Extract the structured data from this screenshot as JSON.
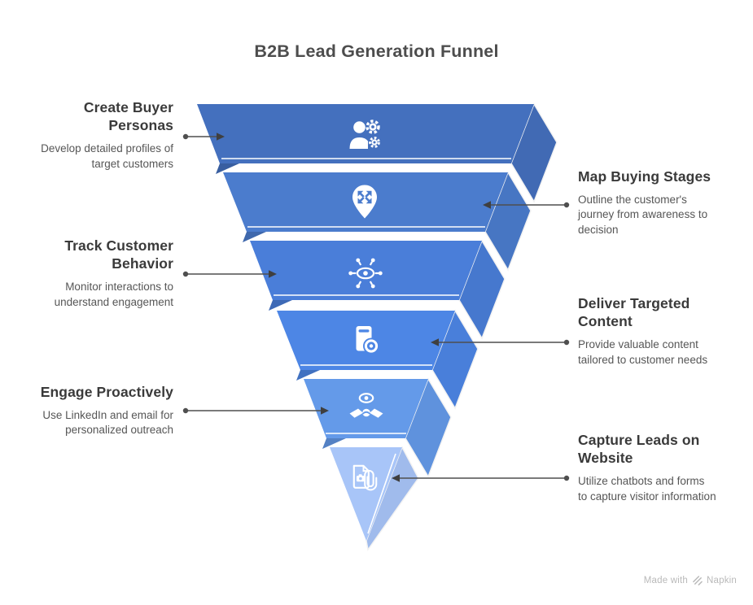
{
  "title": "B2B Lead Generation Funnel",
  "funnel": {
    "stages": [
      {
        "heading": "Create Buyer Personas",
        "description": "Develop detailed profiles of target customers",
        "color": "#4470be",
        "icon": "person-gears-icon",
        "label_side": "left"
      },
      {
        "heading": "Map Buying Stages",
        "description": "Outline the customer's journey from awareness to decision",
        "color": "#4b7ccd",
        "icon": "map-pin-expand-icon",
        "label_side": "right"
      },
      {
        "heading": "Track Customer Behavior",
        "description": "Monitor interactions to understand engagement",
        "color": "#4a7ed9",
        "icon": "eye-network-icon",
        "label_side": "left"
      },
      {
        "heading": "Deliver Targeted Content",
        "description": "Provide valuable content tailored to customer needs",
        "color": "#4d86e5",
        "icon": "book-target-icon",
        "label_side": "right"
      },
      {
        "heading": "Engage Proactively",
        "description": "Use LinkedIn and email for personalized outreach",
        "color": "#649ae9",
        "icon": "handshake-eye-icon",
        "label_side": "left"
      },
      {
        "heading": "Capture Leads on Website",
        "description": "Utilize chatbots and forms to capture visitor information",
        "color": "#a8c5f8",
        "icon": "document-capture-icon",
        "label_side": "right"
      }
    ]
  },
  "footer": {
    "made_with": "Made with",
    "brand": "Napkin"
  },
  "colors": {
    "background": "#ffffff",
    "title_text": "#4d4d4d",
    "heading_text": "#3a3a3a",
    "description_text": "#565656",
    "connector": "#4f4f4f",
    "icon": "#ffffff"
  }
}
